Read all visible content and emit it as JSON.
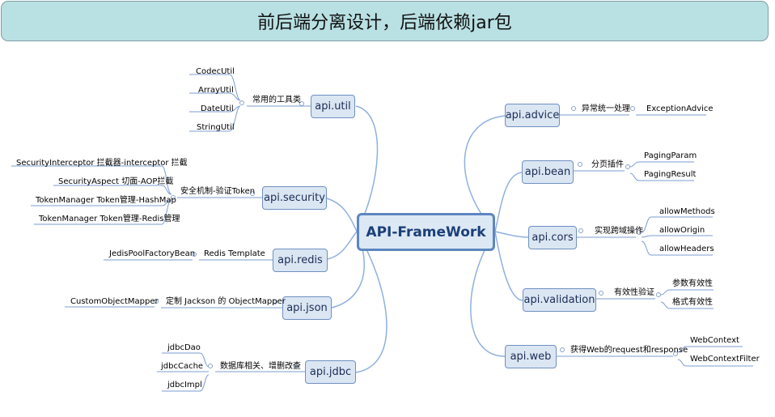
{
  "title": "前后端分离设计，后端依赖jar包",
  "central": "API-FrameWork",
  "left_branches": [
    {
      "name": "api.util",
      "label": "常用的工具类",
      "children": [
        "CodecUtil",
        "ArrayUtil",
        "DateUtil",
        "StringUtil"
      ]
    },
    {
      "name": "api.security",
      "label": "安全机制-验证Token",
      "children": [
        "SecurityInterceptor 拦截器-interceptor 拦截",
        "SecurityAspect  切面-AOP拦截",
        "TokenManager  Token管理-HashMap",
        "TokenManager Token管理-Redis管理"
      ]
    },
    {
      "name": "api.redis",
      "label": "Redis  Template",
      "children": [
        "JedisPoolFactoryBean"
      ]
    },
    {
      "name": "api.json",
      "label": "定制 Jackson 的 ObjectMapper",
      "children": [
        "CustomObjectMapper"
      ]
    },
    {
      "name": "api.jdbc",
      "label": "数据库相关、增删改查",
      "children": [
        "jdbcDao",
        "jdbcCache",
        "jdbcImpl"
      ]
    }
  ],
  "right_branches": [
    {
      "name": "api.advice",
      "label": "异常统一处理",
      "children": [
        "ExceptionAdvice"
      ]
    },
    {
      "name": "api.bean",
      "label": "分页插件",
      "children": [
        "PagingParam",
        "PagingResult"
      ]
    },
    {
      "name": "api.cors",
      "label": "实现跨域操作",
      "children": [
        "allowMethods",
        "allowOrigin",
        "allowHeaders"
      ]
    },
    {
      "name": "api.validation",
      "label": "有效性验证",
      "children": [
        "参数有效性",
        "格式有效性"
      ]
    },
    {
      "name": "api.web",
      "label": "获得Web的request和response",
      "children": [
        "WebContext",
        "WebContextFilter"
      ]
    }
  ]
}
